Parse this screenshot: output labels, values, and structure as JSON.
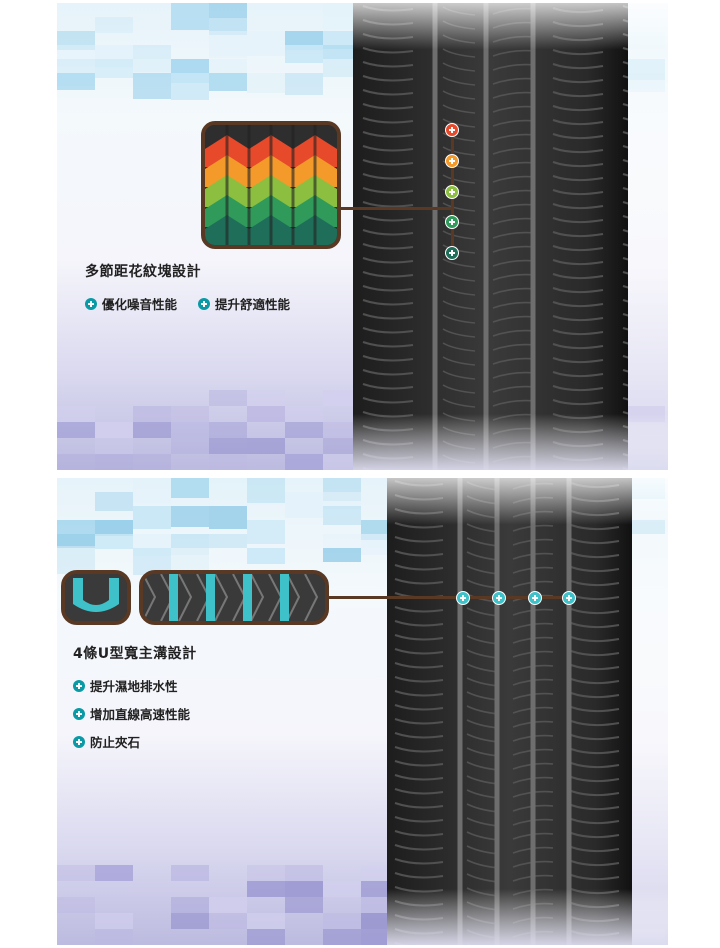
{
  "section_pitch": {
    "title": "多節距花紋塊設計",
    "benefits": [
      {
        "label": "優化噪音性能",
        "icon": "plus-circle-icon"
      },
      {
        "label": "提升舒適性能",
        "icon": "plus-circle-icon"
      }
    ],
    "pitch_colors": [
      "#e74a2a",
      "#f39a2b",
      "#8cbf3f",
      "#2f9a5a",
      "#1f6e5a"
    ],
    "accent": "#5a3924"
  },
  "section_grooves": {
    "title": "4條U型寬主溝設計",
    "benefits": [
      {
        "label": "提升濕地排水性",
        "icon": "plus-circle-icon"
      },
      {
        "label": "增加直線高速性能",
        "icon": "plus-circle-icon"
      },
      {
        "label": "防止夾石",
        "icon": "plus-circle-icon"
      }
    ],
    "groove_color": "#3fc1c9",
    "accent": "#5a3924"
  }
}
